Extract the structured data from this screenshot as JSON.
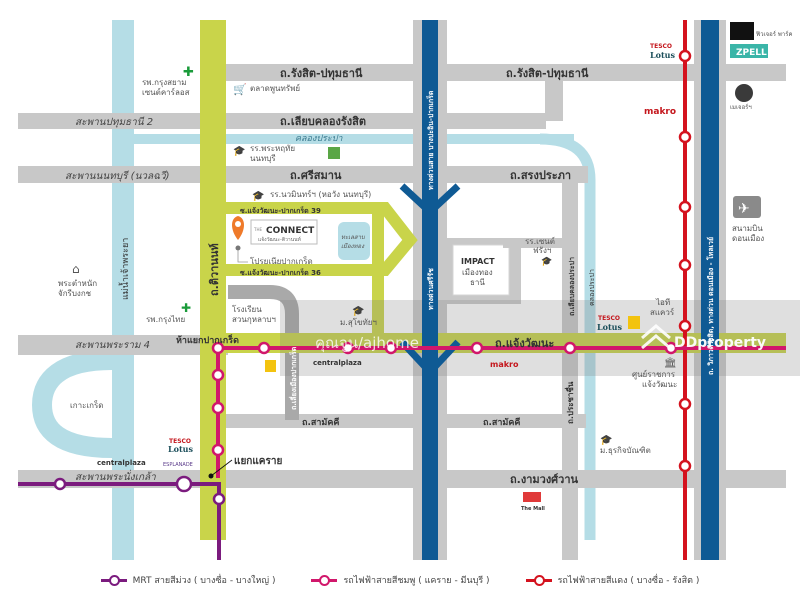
{
  "colors": {
    "road": "#c8c8c8",
    "main_road": "#c9d44a",
    "river": "#b5dde6",
    "expressway": "#0f5a94",
    "purple_line": "#7b1b7e",
    "pink_line": "#d1176b",
    "red_line": "#d4121e",
    "pin": "#ef7a2a"
  },
  "roads": {
    "rangsit_pathum_1": "ถ.รังสิต-ปทุมธานี",
    "rangsit_pathum_2": "ถ.รังสิต-ปทุมธานี",
    "liap_khlong_rangsit": "ถ.เลียบคลองรังสิต",
    "pathum_bridge_2": "สะพานปทุมธานี 2",
    "khlong_prapa": "คลองประปา",
    "nonthaburi_bridge": "สะพานนนทบุรี (นวลฉวี)",
    "si_saman": "ถ.ศรีสมาน",
    "song_prapha": "ถ.สรงประภา",
    "tiwanon": "ถ.ติวานนท์",
    "chao_phraya": "แม่น้ำเจ้าพระยา",
    "soi_39": "ซ.แจ้งวัฒนะ-ปากเกร็ด 39",
    "soi_36": "ซ.แจ้งวัฒนะ-ปากเกร็ด 36",
    "rama4_bridge": "สะพานพระราม 4",
    "pak_kret_junction": "ห้าแยกปากเกร็ด",
    "chaeng_watthana": "ถ.แจ้งวัฒนะ",
    "liang_mueang_pak_kret": "ถ.เลี่ยงเมืองปากเกร็ด",
    "samakkhi_1": "ถ.สามัคคี",
    "samakkhi_2": "ถ.สามัคคี",
    "prachachuen": "ถ.ประชาชื่น",
    "ngamwongwan": "ถ.งามวงศ์วาน",
    "nang_klao_bridge": "สะพานพระนั่งเกล้า",
    "khae_rai_junction": "แยกแคราย",
    "liap_khlong_prapa": "ถ.เลียบคลองประปา",
    "khlong_prapa_v": "คลองประปา",
    "expressway_north": "ทางด่วนสาย บางปะอิน-ปากเกร็ด",
    "expressway_south": "ทางด่วนศรีรัช",
    "vibhavadi": "ถ. วิภาวดีรังสิต, ทางด่วน ดอนเมือง - โทลเวย์"
  },
  "pois": {
    "hospital_st_carlos": [
      "รพ.กรุงสยาม",
      "เซนต์คาร์ลอส"
    ],
    "market_pun_sap": "ตลาดพูนทรัพย์",
    "school_phra_haruthai": [
      "รร.พระหฤทัย",
      "นนทบุรี"
    ],
    "school_nawamintr": "รร.นวมินทร์ฯ (หอวัง นนทบุรี)",
    "palace": [
      "พระตำหนัก",
      "จักรีบงกช"
    ],
    "hospital_krung_thai": "รพ.กรุงไทย",
    "school_suan_kularb": [
      "โรงเรียน",
      "สวนกุหลาบฯ"
    ],
    "sukhothai_univ": "ม.สุโขทัยฯ",
    "lake": [
      "ทะเลสาบ",
      "เมืองทอง"
    ],
    "impact": [
      "IMPACT",
      "เมืองทอง",
      "ธานี"
    ],
    "school_st_francis": [
      "รร.เซนต์",
      "ฟรังฯ"
    ],
    "it_square": [
      "ไอที",
      "สแควร์"
    ],
    "gov_center": [
      "ศูนย์ราชการ",
      "แจ้งวัฒนะ"
    ],
    "dhurakij_univ": "ม.ธุรกิจบัณฑิต",
    "don_mueang": [
      "สนามบิน",
      "ดอนเมือง"
    ],
    "ko_kret": "เกาะเกร็ด",
    "pruksa": "โปรยเนียปากเกร็ด",
    "future_park": "ฟิวเจอร์ พาร์ค",
    "zpell": "ZPELL",
    "major": "เมเจอร์ฯ",
    "the_mall": "The Mall",
    "makro_1": "makro",
    "makro_2": "makro",
    "tesco_1": [
      "TESCO",
      "Lotus"
    ],
    "tesco_2": [
      "TESCO",
      "Lotus"
    ],
    "tesco_3": [
      "TESCO",
      "Lotus"
    ],
    "central_1": "centralplaza",
    "central_2": "centralplaza",
    "esplanade": "ESPLANADE"
  },
  "project": {
    "name": "CONNECT",
    "prefix": "THE",
    "subtitle": "แจ้งวัฒนะ-ติวานนท์"
  },
  "watermarks": {
    "user": "คุณจูน/ajhome",
    "brand": "DDproperty"
  },
  "legend": [
    {
      "label": "MRT สายสีม่วง ( บางซื่อ - บางใหญ่ )",
      "color": "#7b1b7e"
    },
    {
      "label": "รถไฟฟ้าสายสีชมพู ( แคราย - มีนบุรี )",
      "color": "#d1176b"
    },
    {
      "label": "รถไฟฟ้าสายสีแดง  ( บางซื่อ - รังสิต )",
      "color": "#d4121e"
    }
  ]
}
